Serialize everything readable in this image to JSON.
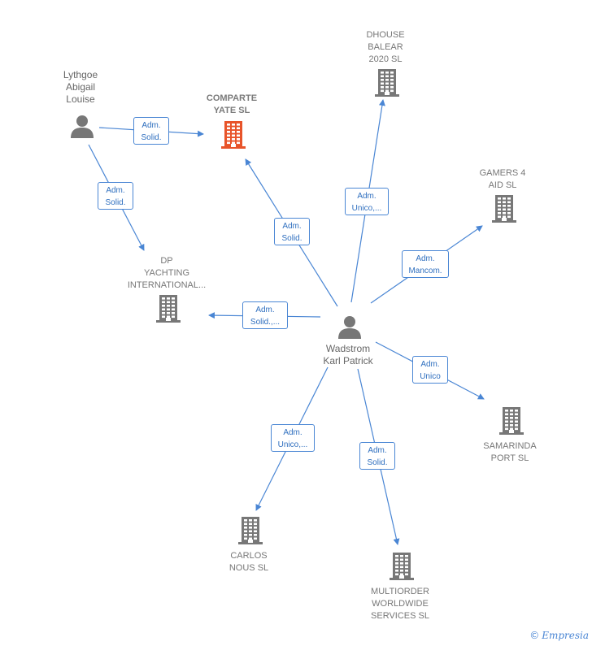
{
  "nodes": {
    "comparte_yate": {
      "label": "COMPARTE\nYATE  SL",
      "kind": "company",
      "highlight": true
    },
    "dhouse_balear": {
      "label": "DHOUSE\nBALEAR\n2020  SL",
      "kind": "company"
    },
    "gamers4": {
      "label": "GAMERS 4\nAID  SL",
      "kind": "company"
    },
    "dp_yachting": {
      "label": "DP\nYACHTING\nINTERNATIONAL...",
      "kind": "company"
    },
    "samarinda": {
      "label": "SAMARINDA\nPORT SL",
      "kind": "company"
    },
    "carlos_nous": {
      "label": "CARLOS\nNOUS SL",
      "kind": "company"
    },
    "multiorder": {
      "label": "MULTIORDER\nWORLDWIDE\nSERVICES  SL",
      "kind": "company"
    },
    "lythgoe": {
      "label": "Lythgoe\nAbigail\nLouise",
      "kind": "person"
    },
    "wadstrom": {
      "label": "Wadstrom\nKarl Patrick",
      "kind": "person"
    }
  },
  "edges": [
    {
      "from": "lythgoe",
      "to": "comparte_yate",
      "label": "Adm.\nSolid."
    },
    {
      "from": "lythgoe",
      "to": "dp_yachting",
      "label": "Adm.\nSolid."
    },
    {
      "from": "wadstrom",
      "to": "comparte_yate",
      "label": "Adm.\nSolid."
    },
    {
      "from": "wadstrom",
      "to": "dhouse_balear",
      "label": "Adm.\nUnico,..."
    },
    {
      "from": "wadstrom",
      "to": "gamers4",
      "label": "Adm.\nMancom."
    },
    {
      "from": "wadstrom",
      "to": "dp_yachting",
      "label": "Adm.\nSolid.,..."
    },
    {
      "from": "wadstrom",
      "to": "samarinda",
      "label": "Adm.\nUnico"
    },
    {
      "from": "wadstrom",
      "to": "carlos_nous",
      "label": "Adm.\nUnico,..."
    },
    {
      "from": "wadstrom",
      "to": "multiorder",
      "label": "Adm.\nSolid."
    }
  ],
  "colors": {
    "edge": "#4a86d4",
    "company": "#777777",
    "company_highlight": "#e8542a",
    "person": "#777777"
  },
  "watermark": {
    "symbol": "©",
    "text": "Empresia"
  }
}
